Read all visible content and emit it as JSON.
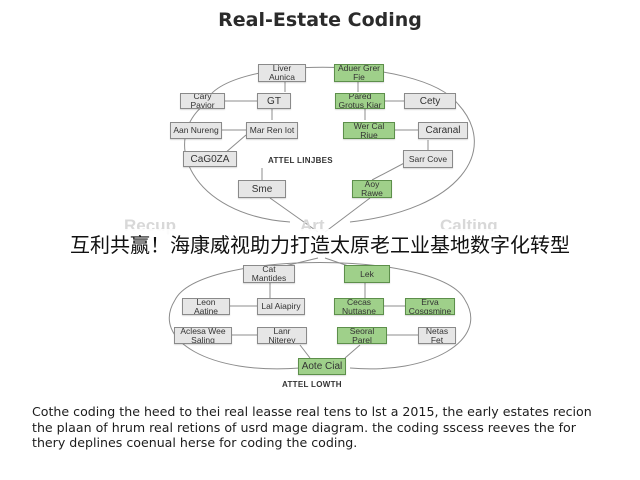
{
  "title": "Real-Estate Coding",
  "banner": "互利共赢！海康威视助力打造太原老工业基地数字化转型",
  "faded_labels": {
    "left": "Recup",
    "center": "Art",
    "right": "Calting"
  },
  "group_labels": {
    "upper": "ATTEL LINJBES",
    "lower": "ATTEL LOWTH"
  },
  "nodes": {
    "u_top_left": "Liver Aunica",
    "u_top_right": "Aduer Grer Fie",
    "u_cary": "Cary Pavior",
    "u_gt": "GT",
    "u_pared": "Pared Grotus Kiar",
    "u_cety": "Cety",
    "u_aan": "Aan Nureng",
    "u_mar": "Mar Ren Iot",
    "u_wer": "Wer Cal Riue",
    "u_caranal": "Caranal",
    "u_cagoza": "CaG0ZA",
    "u_sarr": "Sarr Cove",
    "u_sme": "Sme",
    "u_aby": "Aoy Rawe",
    "l_cat": "Cat Mantides",
    "l_lek": "Lek",
    "l_leon": "Leon Aatine",
    "l_lal": "Lal Aiapiry",
    "l_cecas": "Cecas Nuttasne",
    "l_erva": "Erva Cosgsmine",
    "l_aclesa": "Aclesa Wee Saling",
    "l_lanr": "Lanr Niterey",
    "l_seoral": "Seoral Parel",
    "l_netas": "Netas Fet",
    "l_bottom": "Aote Cial"
  },
  "caption": "Cothe coding the heed to thei real leasse real tens to lst a 2015, the early estates recion the plaan of hrum real retions of usrd mage diagram. the coding sscess reeves the for thery deplines coenual herse for coding the coding."
}
